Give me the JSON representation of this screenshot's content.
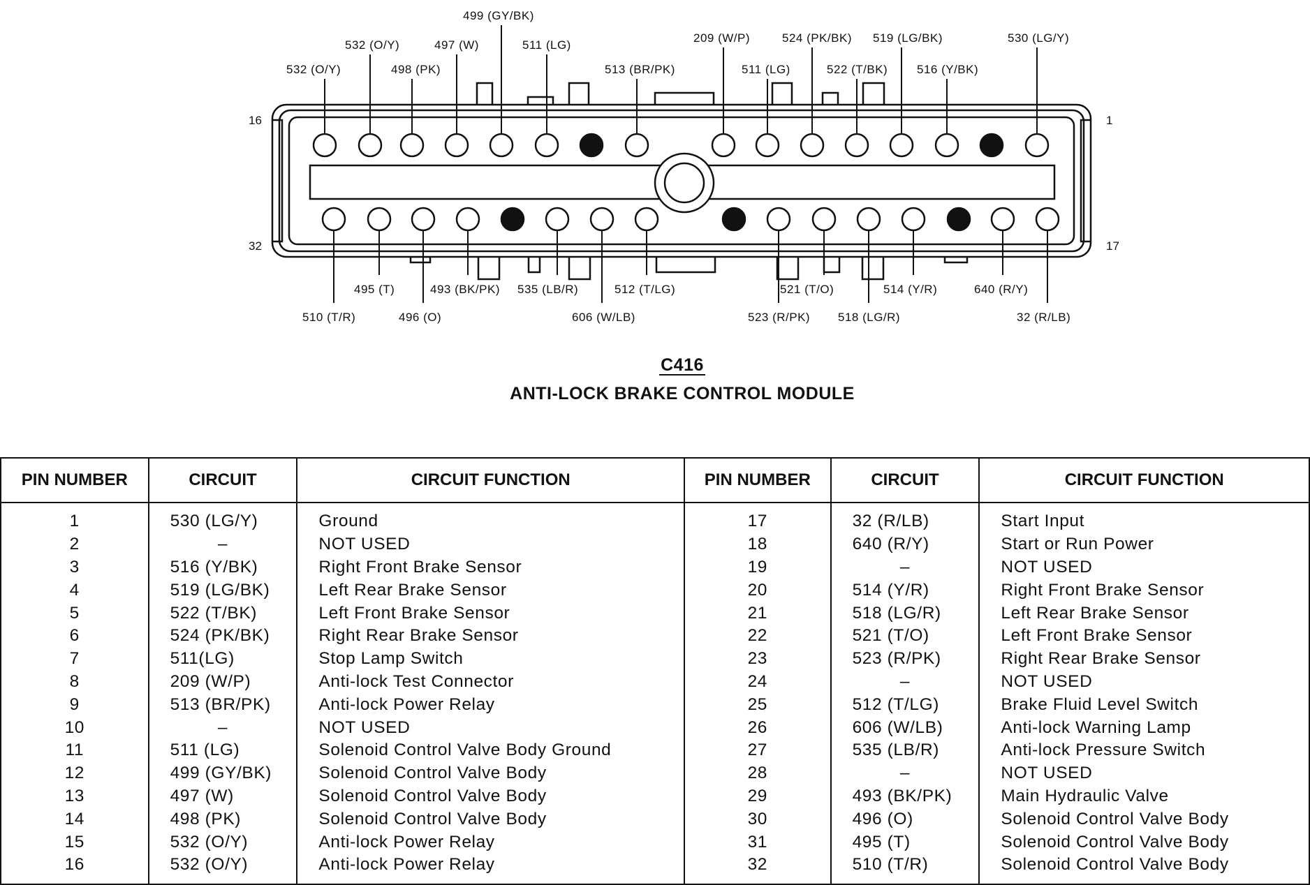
{
  "connector": {
    "id": "C416",
    "name": "ANTI-LOCK BRAKE CONTROL MODULE",
    "corner_labels": {
      "top_left": "16",
      "top_right": "1",
      "bottom_left": "32",
      "bottom_right": "17"
    },
    "top_row_pins": [
      16,
      15,
      14,
      13,
      12,
      11,
      10,
      9,
      8,
      7,
      6,
      5,
      4,
      3,
      2,
      1
    ],
    "bottom_row_pins": [
      32,
      31,
      30,
      29,
      28,
      27,
      26,
      25,
      24,
      23,
      22,
      21,
      20,
      19,
      18,
      17
    ],
    "top_callouts": [
      {
        "pin": 16,
        "text": "532 (O/Y)"
      },
      {
        "pin": 15,
        "text": "532 (O/Y)"
      },
      {
        "pin": 14,
        "text": "498 (PK)"
      },
      {
        "pin": 13,
        "text": "497 (W)"
      },
      {
        "pin": 12,
        "text": "499 (GY/BK)"
      },
      {
        "pin": 11,
        "text": "511 (LG)"
      },
      {
        "pin": 9,
        "text": "513 (BR/PK)"
      },
      {
        "pin": 8,
        "text": "209 (W/P)"
      },
      {
        "pin": 7,
        "text": "511 (LG)"
      },
      {
        "pin": 6,
        "text": "524 (PK/BK)"
      },
      {
        "pin": 5,
        "text": "522 (T/BK)"
      },
      {
        "pin": 4,
        "text": "519 (LG/BK)"
      },
      {
        "pin": 3,
        "text": "516 (Y/BK)"
      },
      {
        "pin": 1,
        "text": "530 (LG/Y)"
      }
    ],
    "bottom_callouts": [
      {
        "pin": 32,
        "text": "510 (T/R)"
      },
      {
        "pin": 31,
        "text": "495 (T)"
      },
      {
        "pin": 30,
        "text": "496 (O)"
      },
      {
        "pin": 29,
        "text": "493 (BK/PK)"
      },
      {
        "pin": 27,
        "text": "535 (LB/R)"
      },
      {
        "pin": 26,
        "text": "606 (W/LB)"
      },
      {
        "pin": 25,
        "text": "512 (T/LG)"
      },
      {
        "pin": 23,
        "text": "523 (R/PK)"
      },
      {
        "pin": 22,
        "text": "521 (T/O)"
      },
      {
        "pin": 21,
        "text": "518 (LG/R)"
      },
      {
        "pin": 20,
        "text": "514 (Y/R)"
      },
      {
        "pin": 18,
        "text": "640 (R/Y)"
      },
      {
        "pin": 17,
        "text": "32 (R/LB)"
      }
    ]
  },
  "table": {
    "headers": [
      "PIN NUMBER",
      "CIRCUIT",
      "CIRCUIT FUNCTION",
      "PIN NUMBER",
      "CIRCUIT",
      "CIRCUIT FUNCTION"
    ],
    "rows": [
      {
        "pin": "1",
        "circuit": "530 (LG/Y)",
        "function": "Ground"
      },
      {
        "pin": "2",
        "circuit": "–",
        "function": "NOT USED"
      },
      {
        "pin": "3",
        "circuit": "516 (Y/BK)",
        "function": "Right Front Brake Sensor"
      },
      {
        "pin": "4",
        "circuit": "519 (LG/BK)",
        "function": "Left Rear Brake Sensor"
      },
      {
        "pin": "5",
        "circuit": "522 (T/BK)",
        "function": "Left Front Brake Sensor"
      },
      {
        "pin": "6",
        "circuit": "524 (PK/BK)",
        "function": "Right Rear Brake Sensor"
      },
      {
        "pin": "7",
        "circuit": "511(LG)",
        "function": "Stop Lamp Switch"
      },
      {
        "pin": "8",
        "circuit": "209 (W/P)",
        "function": "Anti-lock Test Connector"
      },
      {
        "pin": "9",
        "circuit": "513 (BR/PK)",
        "function": "Anti-lock Power Relay"
      },
      {
        "pin": "10",
        "circuit": "–",
        "function": "NOT USED"
      },
      {
        "pin": "11",
        "circuit": "511 (LG)",
        "function": "Solenoid Control Valve Body Ground"
      },
      {
        "pin": "12",
        "circuit": "499 (GY/BK)",
        "function": "Solenoid Control Valve Body"
      },
      {
        "pin": "13",
        "circuit": "497 (W)",
        "function": "Solenoid Control Valve Body"
      },
      {
        "pin": "14",
        "circuit": "498 (PK)",
        "function": "Solenoid Control Valve Body"
      },
      {
        "pin": "15",
        "circuit": "532 (O/Y)",
        "function": "Anti-lock Power Relay"
      },
      {
        "pin": "16",
        "circuit": "532 (O/Y)",
        "function": "Anti-lock Power Relay"
      },
      {
        "pin": "17",
        "circuit": "32 (R/LB)",
        "function": "Start Input"
      },
      {
        "pin": "18",
        "circuit": "640 (R/Y)",
        "function": "Start or Run Power"
      },
      {
        "pin": "19",
        "circuit": "–",
        "function": "NOT USED"
      },
      {
        "pin": "20",
        "circuit": "514 (Y/R)",
        "function": "Right Front Brake Sensor"
      },
      {
        "pin": "21",
        "circuit": "518 (LG/R)",
        "function": "Left Rear Brake Sensor"
      },
      {
        "pin": "22",
        "circuit": "521 (T/O)",
        "function": "Left Front Brake Sensor"
      },
      {
        "pin": "23",
        "circuit": "523 (R/PK)",
        "function": "Right Rear Brake Sensor"
      },
      {
        "pin": "24",
        "circuit": "–",
        "function": "NOT USED"
      },
      {
        "pin": "25",
        "circuit": "512 (T/LG)",
        "function": "Brake Fluid Level Switch"
      },
      {
        "pin": "26",
        "circuit": "606 (W/LB)",
        "function": "Anti-lock Warning Lamp"
      },
      {
        "pin": "27",
        "circuit": "535 (LB/R)",
        "function": "Anti-lock Pressure Switch"
      },
      {
        "pin": "28",
        "circuit": "–",
        "function": "NOT USED"
      },
      {
        "pin": "29",
        "circuit": "493 (BK/PK)",
        "function": "Main Hydraulic Valve"
      },
      {
        "pin": "30",
        "circuit": "496 (O)",
        "function": "Solenoid Control Valve Body"
      },
      {
        "pin": "31",
        "circuit": "495 (T)",
        "function": "Solenoid Control Valve Body"
      },
      {
        "pin": "32",
        "circuit": "510 (T/R)",
        "function": "Solenoid Control Valve Body"
      }
    ]
  }
}
